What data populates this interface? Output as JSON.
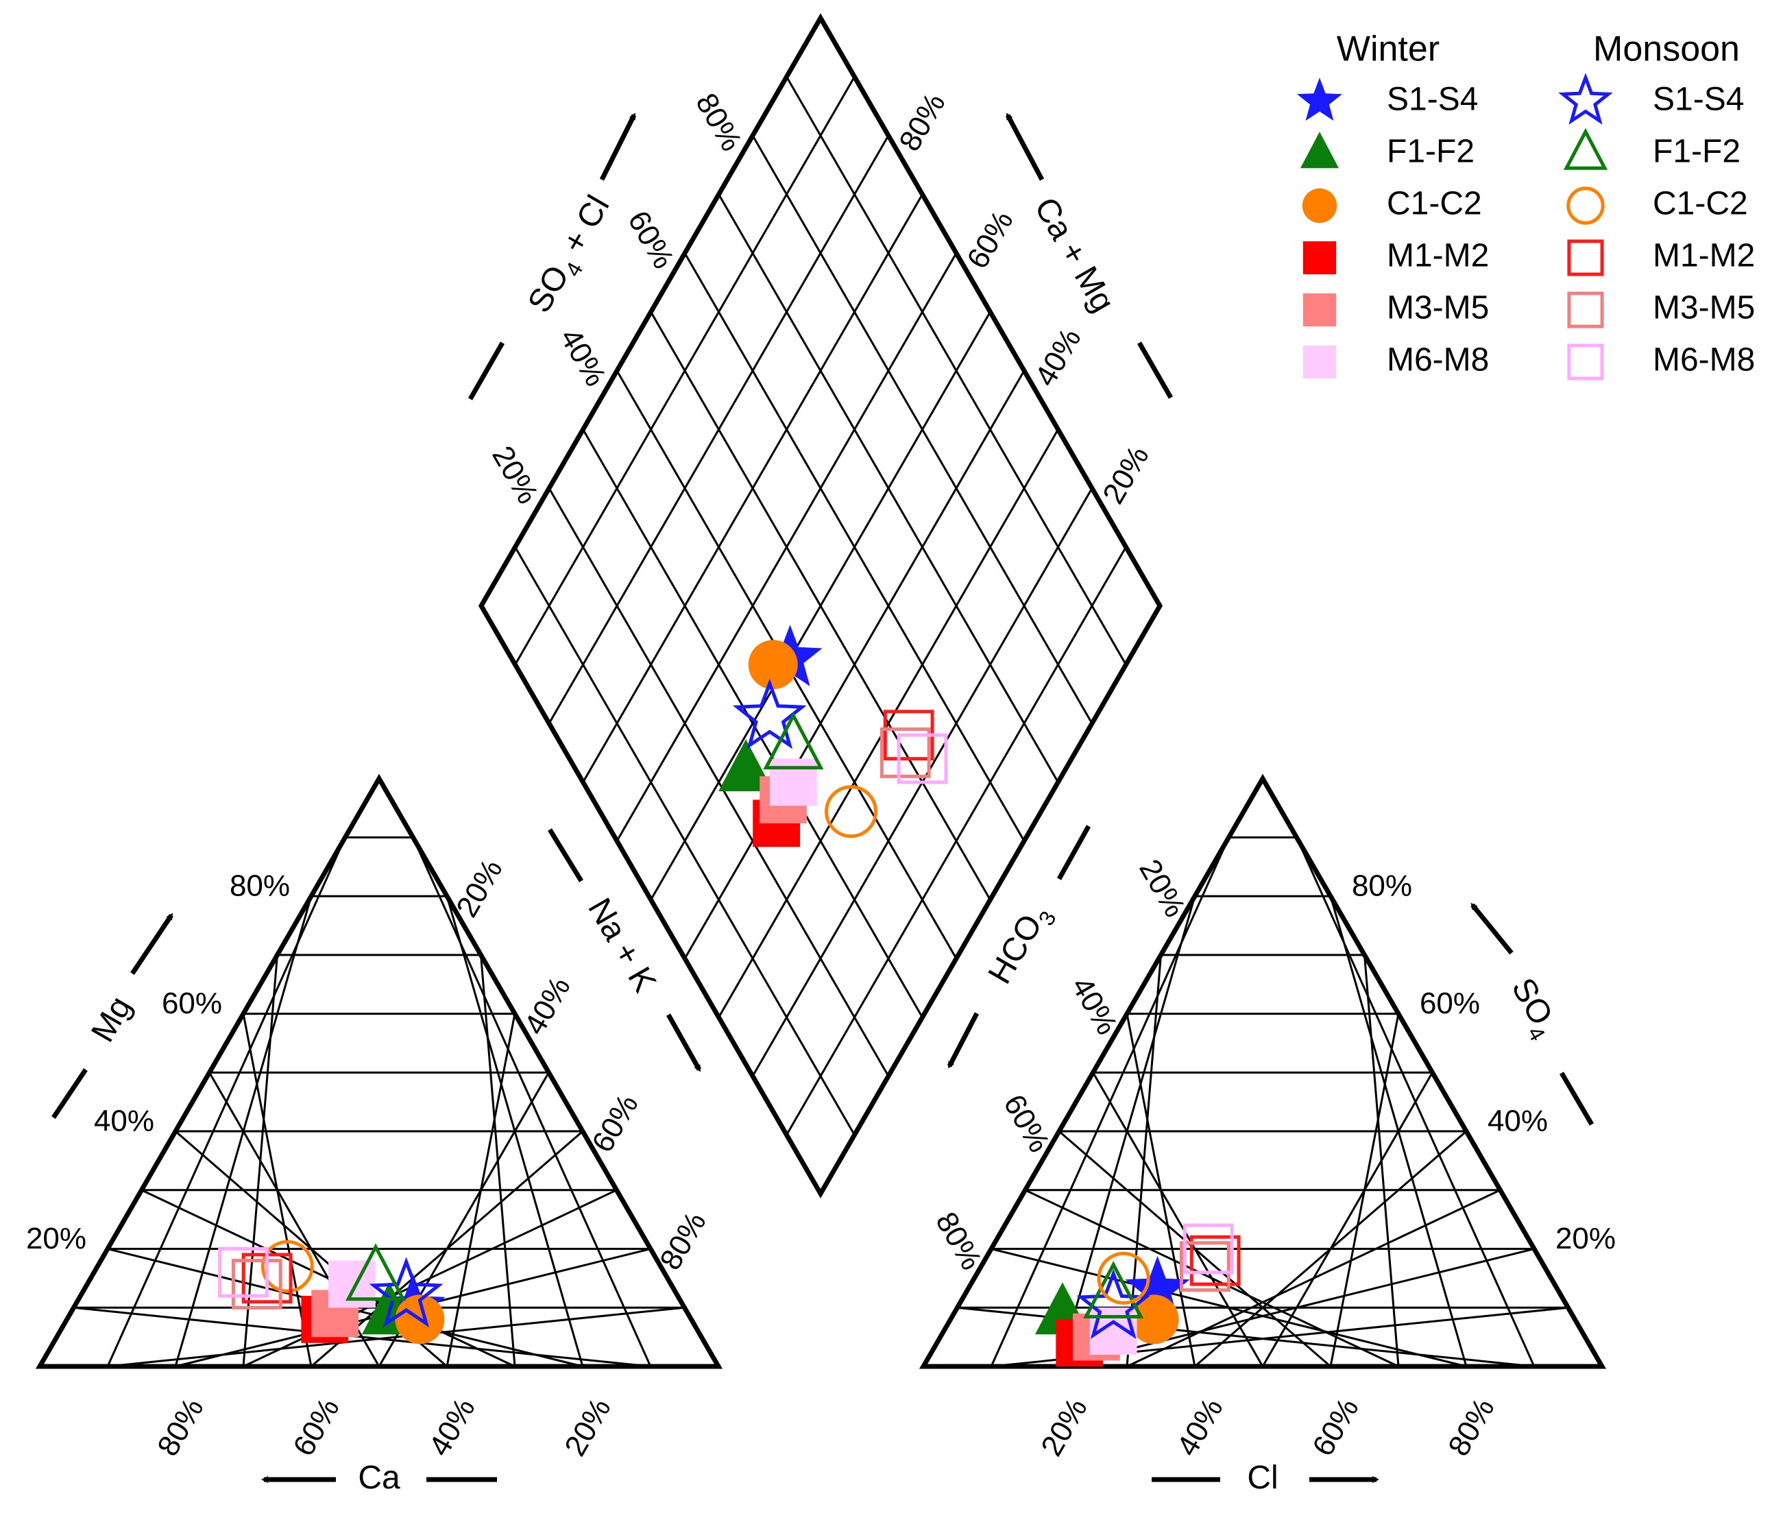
{
  "chart_data": {
    "type": "scatter",
    "subtype": "piper-diagram",
    "title": "",
    "tick_labels": [
      "20%",
      "40%",
      "60%",
      "80%"
    ],
    "cation_triangle": {
      "axes": {
        "bottom": "Ca",
        "left": "Mg",
        "right": ""
      },
      "bottom_axis_tick_labels": [
        "80%",
        "60%",
        "40%",
        "20%"
      ],
      "left_axis_tick_labels": [
        "80%",
        "60%",
        "40%",
        "20%"
      ],
      "right_axis_tick_labels": [
        "20%",
        "40%",
        "60%",
        "80%"
      ]
    },
    "anion_triangle": {
      "axes": {
        "bottom": "Cl",
        "right": "SO",
        "right_subscript": "4",
        "left": ""
      },
      "bottom_axis_tick_labels": [
        "20%",
        "40%",
        "60%",
        "80%"
      ],
      "right_axis_tick_labels": [
        "80%",
        "60%",
        "40%",
        "20%"
      ],
      "left_axis_tick_labels": [
        "20%",
        "40%",
        "60%",
        "80%"
      ]
    },
    "diamond": {
      "axes": {
        "upper_left": "SO₄ + Cl",
        "upper_right": "Ca + Mg",
        "lower_left": "Na + K",
        "lower_right": "HCO₃"
      },
      "upper_left_tick_labels": [
        "80%",
        "60%",
        "40%",
        "20%"
      ],
      "upper_right_tick_labels": [
        "80%",
        "60%",
        "40%",
        "20%"
      ],
      "lower_left_tick_labels": [
        "20%",
        "40%",
        "60%",
        "80%"
      ],
      "lower_right_tick_labels": [
        "20%",
        "40%",
        "60%",
        "80%"
      ]
    },
    "legend": {
      "placement": "top-right",
      "groups": [
        "Winter",
        "Monsoon"
      ],
      "entries": [
        "S1-S4",
        "F1-F2",
        "C1-C2",
        "M1-M2",
        "M3-M5",
        "M6-M8"
      ]
    },
    "series": [
      {
        "name": "S1-S4",
        "season": "Winter",
        "marker": "star",
        "filled": true,
        "color": "#1a1aff",
        "cation": {
          "Ca": 40,
          "Mg": 10,
          "NaK": 50
        },
        "anion": {
          "Cl": 28,
          "SO4": 13,
          "HCO3": 59
        }
      },
      {
        "name": "F1-F2",
        "season": "Winter",
        "marker": "triangle",
        "filled": true,
        "color": "#0a7d0a",
        "cation": {
          "Ca": 44,
          "Mg": 9,
          "NaK": 47
        },
        "anion": {
          "Cl": 16,
          "SO4": 9,
          "HCO3": 75
        }
      },
      {
        "name": "C1-C2",
        "season": "Winter",
        "marker": "circle",
        "filled": true,
        "color": "#ff8000",
        "cation": {
          "Ca": 40,
          "Mg": 8,
          "NaK": 52
        },
        "anion": {
          "Cl": 30,
          "SO4": 8,
          "HCO3": 62
        }
      },
      {
        "name": "M1-M2",
        "season": "Winter",
        "marker": "square",
        "filled": true,
        "color": "#ff0000",
        "cation": {
          "Ca": 54,
          "Mg": 8,
          "NaK": 38
        },
        "anion": {
          "Cl": 21,
          "SO4": 4,
          "HCO3": 75
        }
      },
      {
        "name": "M3-M5",
        "season": "Winter",
        "marker": "square",
        "filled": true,
        "color": "#ff8080",
        "cation": {
          "Ca": 52,
          "Mg": 9,
          "NaK": 39
        },
        "anion": {
          "Cl": 23,
          "SO4": 5,
          "HCO3": 72
        }
      },
      {
        "name": "M6-M8",
        "season": "Winter",
        "marker": "square",
        "filled": true,
        "color": "#ffccff",
        "cation": {
          "Ca": 47,
          "Mg": 14,
          "NaK": 39
        },
        "anion": {
          "Cl": 25,
          "SO4": 6,
          "HCO3": 69
        }
      },
      {
        "name": "S1-S4",
        "season": "Monsoon",
        "marker": "star",
        "filled": false,
        "color": "#1a1aff",
        "cation": {
          "Ca": 40,
          "Mg": 12,
          "NaK": 48
        },
        "anion": {
          "Cl": 23,
          "SO4": 10,
          "HCO3": 67
        }
      },
      {
        "name": "F1-F2",
        "season": "Monsoon",
        "marker": "triangle",
        "filled": false,
        "color": "#0a7d0a",
        "cation": {
          "Ca": 43,
          "Mg": 15,
          "NaK": 42
        },
        "anion": {
          "Cl": 22,
          "SO4": 12,
          "HCO3": 66
        }
      },
      {
        "name": "C1-C2",
        "season": "Monsoon",
        "marker": "circle",
        "filled": false,
        "color": "#ff8000",
        "cation": {
          "Ca": 55,
          "Mg": 17,
          "NaK": 28
        },
        "anion": {
          "Cl": 22,
          "SO4": 15,
          "HCO3": 63
        }
      },
      {
        "name": "M1-M2",
        "season": "Monsoon",
        "marker": "square",
        "filled": false,
        "color": "#ff1a1a",
        "cation": {
          "Ca": 59,
          "Mg": 15,
          "NaK": 26
        },
        "anion": {
          "Cl": 34,
          "SO4": 18,
          "HCO3": 48
        }
      },
      {
        "name": "M3-M5",
        "season": "Monsoon",
        "marker": "square",
        "filled": false,
        "color": "#f08080",
        "cation": {
          "Ca": 61,
          "Mg": 14,
          "NaK": 25
        },
        "anion": {
          "Cl": 33,
          "SO4": 17,
          "HCO3": 50
        }
      },
      {
        "name": "M6-M8",
        "season": "Monsoon",
        "marker": "square",
        "filled": false,
        "color": "#ffaaff",
        "cation": {
          "Ca": 62,
          "Mg": 16,
          "NaK": 22
        },
        "anion": {
          "Cl": 32,
          "SO4": 20,
          "HCO3": 48
        }
      }
    ]
  }
}
